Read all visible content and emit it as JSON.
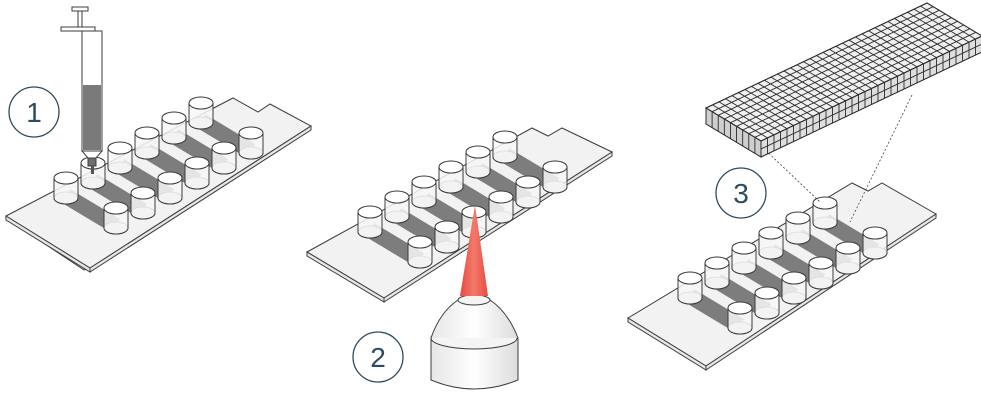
{
  "steps": [
    {
      "number": "1",
      "name": "fill-with-syringe"
    },
    {
      "number": "2",
      "name": "add-drop"
    },
    {
      "number": "3",
      "name": "scaffold"
    }
  ],
  "colors": {
    "label_text": "#2f4b5e",
    "slide_fill": "#f2f2f2",
    "lane_fill": "#7d7d7d",
    "liquid": "#6e6e6e",
    "drop_cone": "#e8544a",
    "outline": "#3c3c3c"
  }
}
